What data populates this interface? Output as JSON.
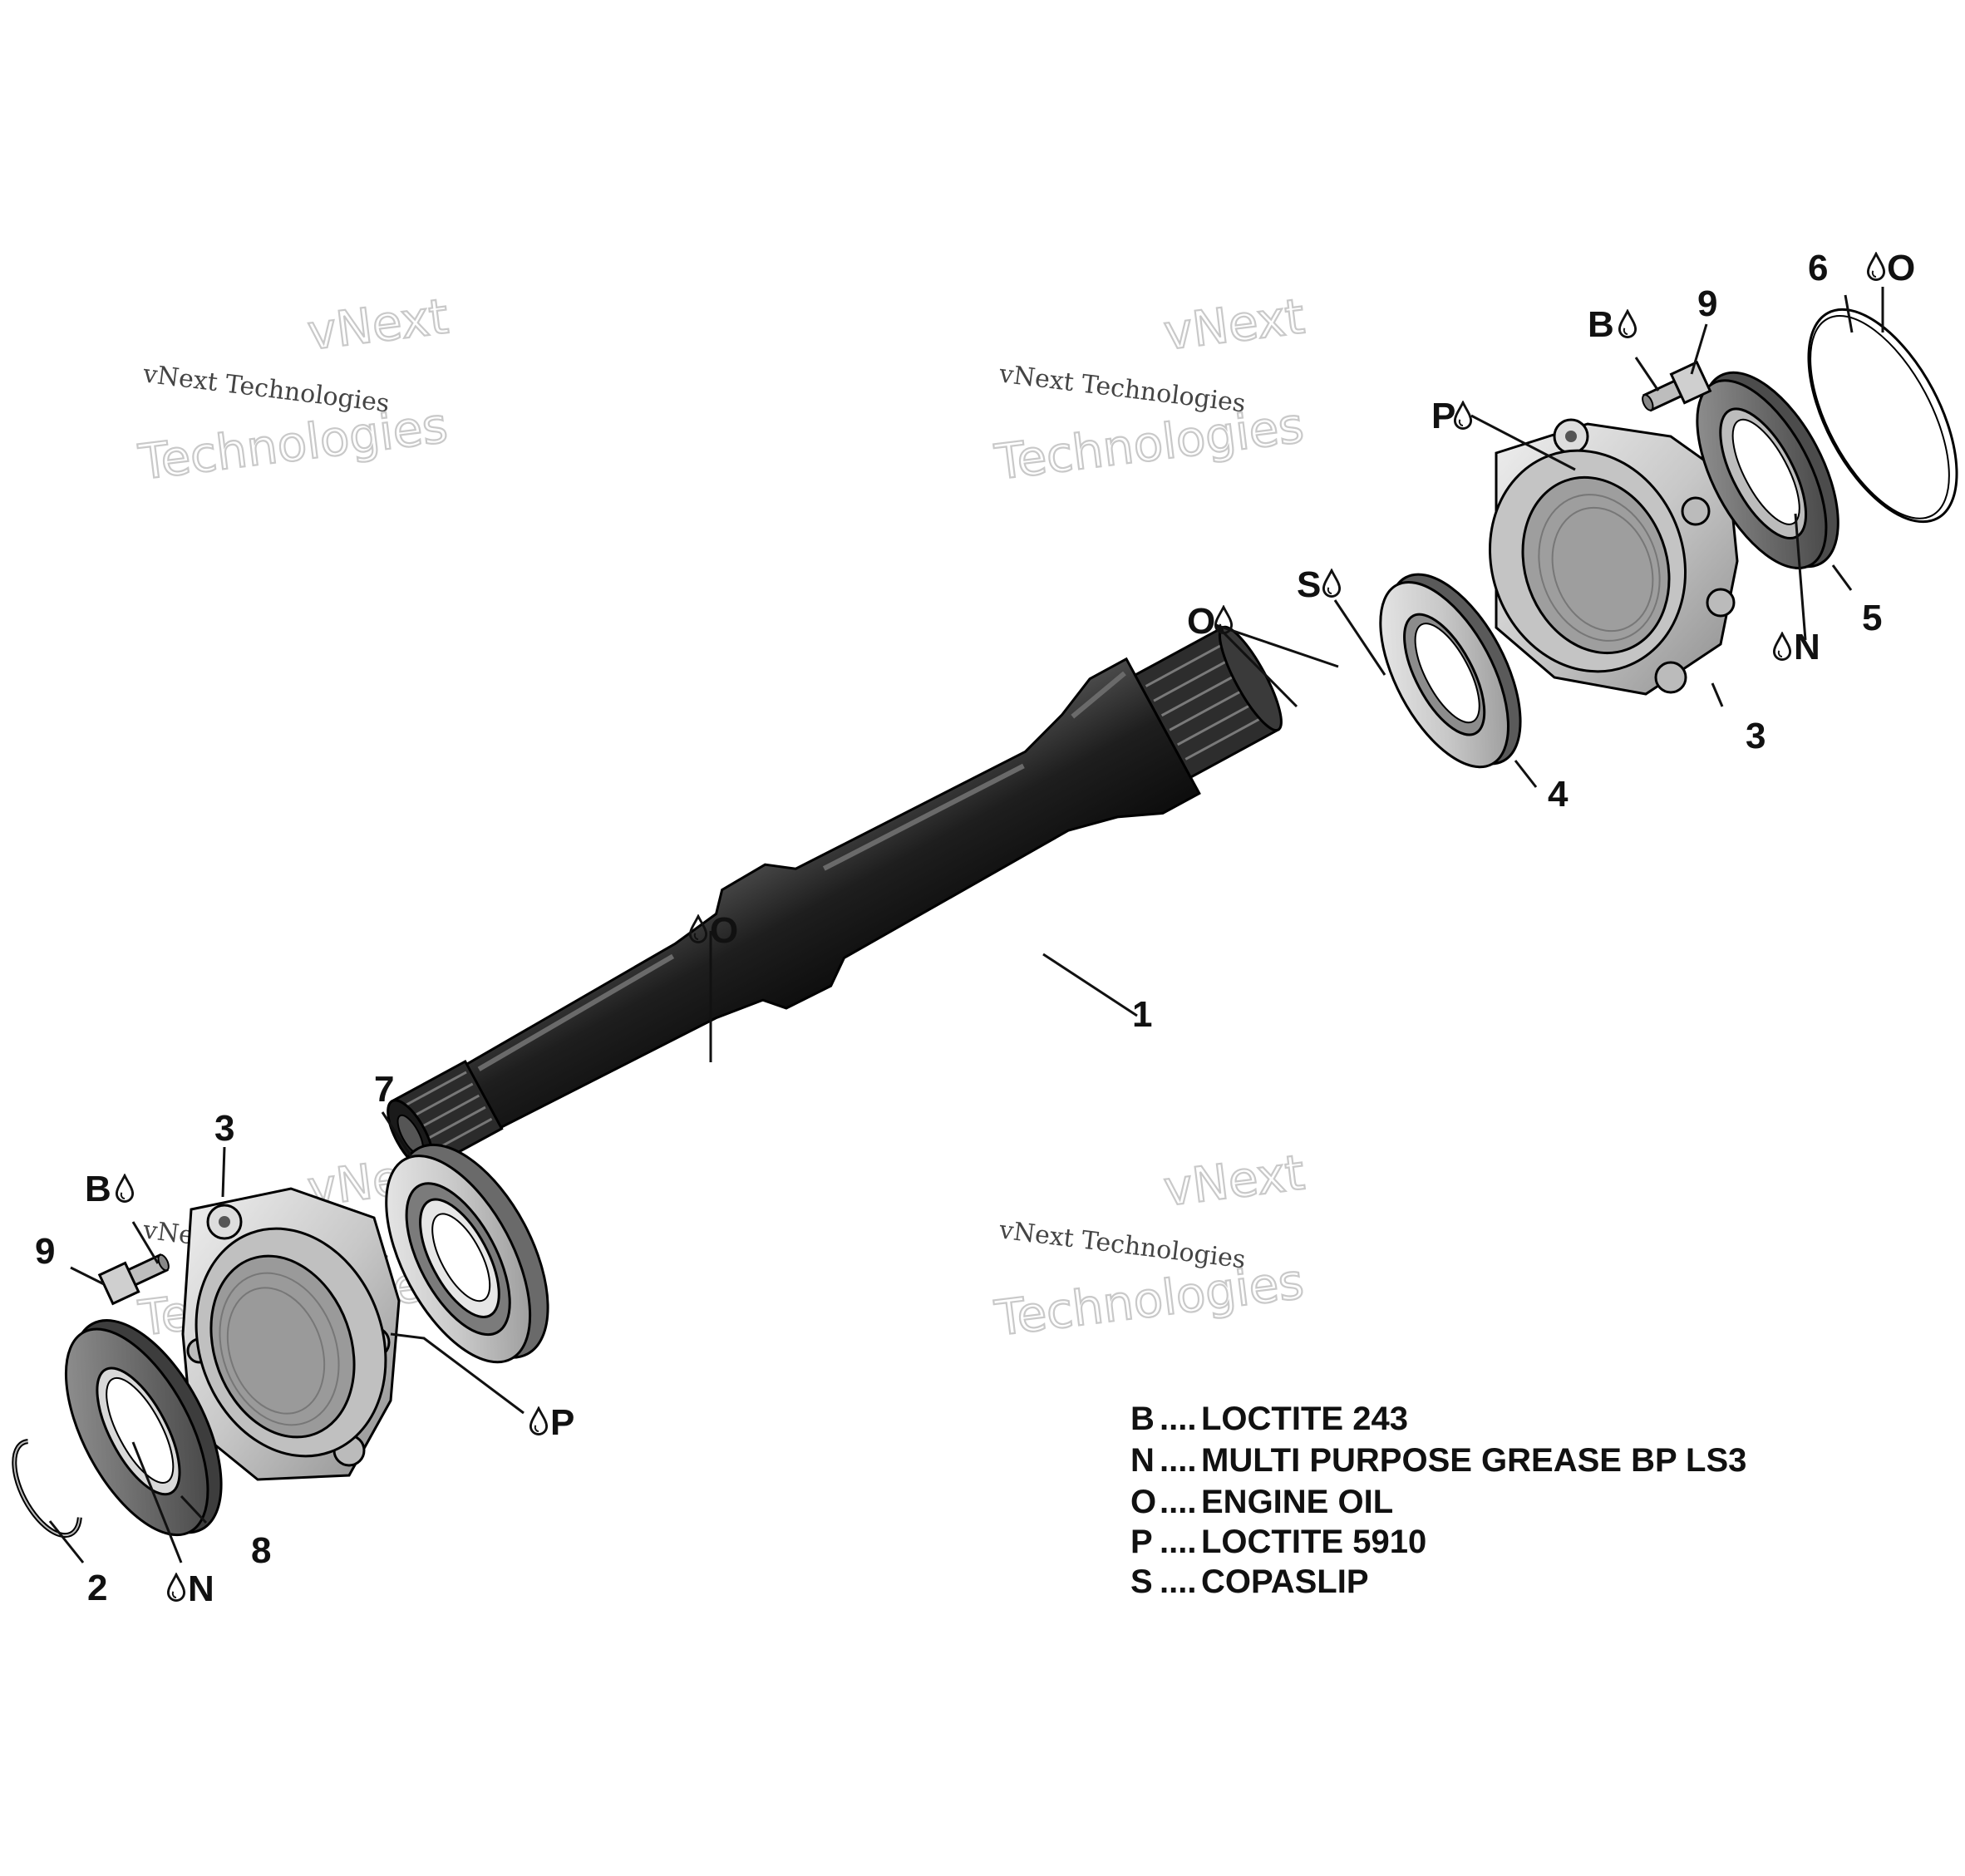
{
  "watermark": {
    "line1": "vNext",
    "line2": "vNext Technologies",
    "line3": "Technologies"
  },
  "callouts": [
    {
      "id": "shaft",
      "text": "1"
    },
    {
      "id": "circlip",
      "text": "2"
    },
    {
      "id": "housing-right",
      "text": "3"
    },
    {
      "id": "housing-left",
      "text": "3"
    },
    {
      "id": "seal-4",
      "text": "4"
    },
    {
      "id": "seal-5",
      "text": "5"
    },
    {
      "id": "oring-6",
      "text": "6"
    },
    {
      "id": "bearing-7",
      "text": "7"
    },
    {
      "id": "seal-8",
      "text": "8"
    },
    {
      "id": "bolt-right",
      "text": "9"
    },
    {
      "id": "bolt-left",
      "text": "9"
    }
  ],
  "products": [
    {
      "id": "b-right",
      "code": "B"
    },
    {
      "id": "o-top",
      "code": "O"
    },
    {
      "id": "p-right",
      "code": "P"
    },
    {
      "id": "s-spline",
      "code": "S"
    },
    {
      "id": "o-spline",
      "code": "O"
    },
    {
      "id": "n-right",
      "code": "N"
    },
    {
      "id": "o-shaft",
      "code": "O"
    },
    {
      "id": "b-left",
      "code": "B"
    },
    {
      "id": "p-left",
      "code": "P"
    },
    {
      "id": "n-left",
      "code": "N"
    }
  ],
  "legend": [
    {
      "code": "B",
      "sep": "....",
      "desc": "LOCTITE 243"
    },
    {
      "code": "N",
      "sep": "....",
      "desc": "MULTI PURPOSE GREASE BP LS3"
    },
    {
      "code": "O",
      "sep": "....",
      "desc": "ENGINE OIL"
    },
    {
      "code": "P",
      "sep": "....",
      "desc": "LOCTITE 5910"
    },
    {
      "code": "S",
      "sep": "....",
      "desc": "COPASLIP"
    }
  ],
  "colors": {
    "ink": "#111111",
    "shaft": "#2a2a2a",
    "part_light": "#d4d4d4",
    "part_mid": "#a8a8a8",
    "watermark": "#c9c9c9"
  }
}
